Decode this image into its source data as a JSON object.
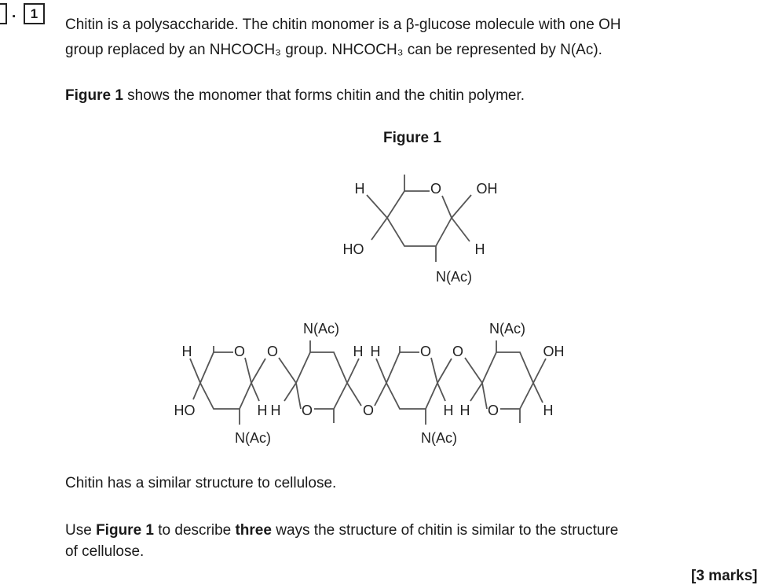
{
  "question": {
    "prev_box": "",
    "separator": ".",
    "number": "1",
    "intro_line1": "Chitin is a polysaccharide.  The chitin monomer is a β-glucose molecule with one OH",
    "intro_line2": "group replaced by an NHCOCH₃ group.  NHCOCH₃ can be represented by N(Ac).",
    "figure_ref_bold": "Figure 1",
    "figure_ref_rest": " shows the monomer that forms chitin and the chitin polymer.",
    "figure_title": "Figure 1",
    "similar_text": "Chitin has a similar structure to cellulose.",
    "task_pre": "Use ",
    "task_fig": "Figure 1",
    "task_mid": " to describe ",
    "task_three": "three",
    "task_post": " ways the structure of chitin is similar to the structure",
    "task_line2": "of cellulose.",
    "marks": "[3 marks]"
  },
  "figure": {
    "monomer": {
      "h_top": "H",
      "ring_o": "O",
      "oh": "OH",
      "ho": "HO",
      "h_right": "H",
      "nac": "N(Ac)"
    },
    "polymer": {
      "r1_h": "H",
      "r1_o": "O",
      "r1_ho": "HO",
      "r1_h2": "H",
      "r1_nac": "N(Ac)",
      "g1_o": "O",
      "r2_h": "H",
      "r2_nac": "N(Ac)",
      "r2_o": "O",
      "r2_h2": "H",
      "g2_o": "O",
      "r3_h": "H",
      "r3_o": "O",
      "r3_h2": "H",
      "r3_nac": "N(Ac)",
      "g3_o": "O",
      "r4_h": "H",
      "r4_nac": "N(Ac)",
      "r4_o": "O",
      "r4_oh": "OH",
      "r4_h2": "H"
    }
  }
}
